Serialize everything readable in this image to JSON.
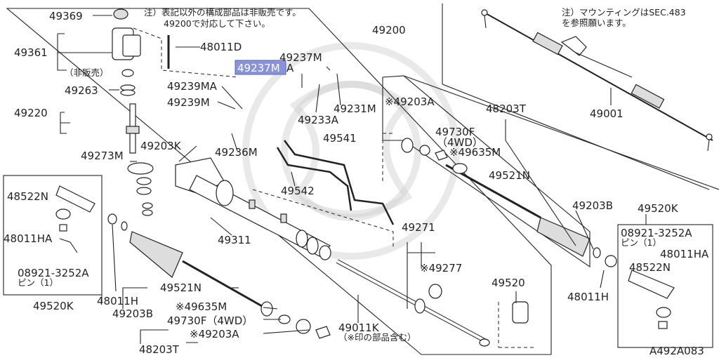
{
  "diagram": {
    "notes": {
      "left_line1": "注）表記以外の構成部品は非販売です。",
      "left_line2": "49200で対応して下さい。",
      "right_line1": "注）マウンティングはSEC.483",
      "right_line2": "を参照願います。"
    },
    "labels": {
      "p49369": "49369",
      "p49361": "49361",
      "not_sold": "（非販売）",
      "p48011D": "48011D",
      "p49263": "49263",
      "p49220": "49220",
      "p49273M": "49273M",
      "p49203K": "49203K",
      "p49237M_top": "49237M",
      "p49237MA": "49237M",
      "p49237MA_suffix": "A",
      "p49239MA": "49239MA",
      "p49239M": "49239M",
      "p49236M": "49236M",
      "p49233A": "49233A",
      "p49231M": "49231M",
      "p49200": "49200",
      "p49541": "49541",
      "p49542": "49542",
      "p49311": "49311",
      "p49203A_top": "※49203A",
      "p48203T_top": "48203T",
      "p49730F_top": "49730F",
      "p4wd_top": "（4WD）",
      "p49635M_top": "※49635M",
      "p49521N_top": "49521N",
      "p49203B_right": "49203B",
      "p49001": "49001",
      "p49520K_right": "49520K",
      "p08921_right": "08921-3252A",
      "pin_right": "ピン（1）",
      "p48011HA_right": "48011HA",
      "p48522N_right": "48522N",
      "p48011H_right": "48011H",
      "p49271": "49271",
      "p49277": "※49277",
      "p49520": "49520",
      "p49011K": "49011K",
      "p49011K_note": "（※印の部品含む）",
      "p48522N_left": "48522N",
      "p48011HA_left": "48011HA",
      "p08921_left": "08921-3252A",
      "pin_left": "ピン（1）",
      "p49520K_left": "49520K",
      "p48011H_left": "48011H",
      "p49203B_left": "49203B",
      "p49521N_bottom": "49521N",
      "p49635M_bottom": "※49635M",
      "p49730F_bottom": "49730F（4WD）",
      "p49203A_bottom": "※49203A",
      "p48203T_bottom": "48203T",
      "diagram_id": "A492A083"
    },
    "colors": {
      "highlight": "#8a93d8",
      "line": "#222222"
    }
  }
}
